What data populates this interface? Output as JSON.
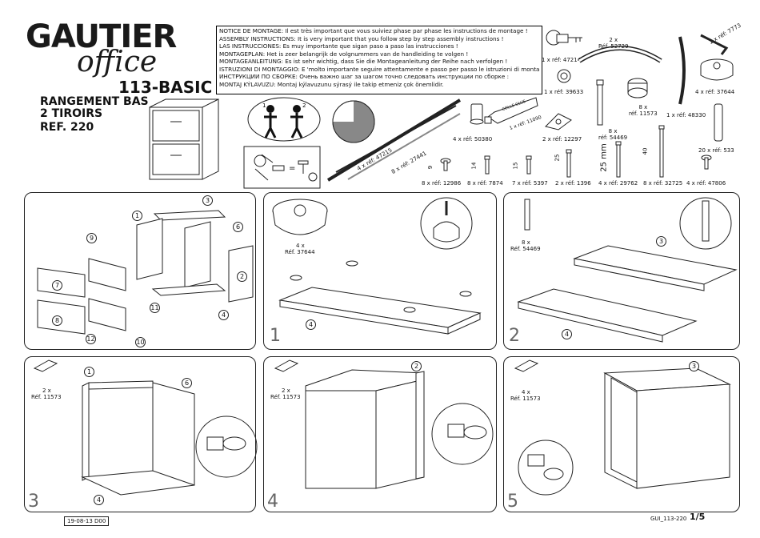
{
  "brand": {
    "name": "GAUTIER",
    "sub": "office"
  },
  "product": {
    "model": "113-BASIC",
    "line1": "RANGEMENT BAS",
    "line2": "2 TIROIRS",
    "ref": "REF. 220"
  },
  "notices": [
    "NOTICE DE MONTAGE: Il est très important que vous suiviez phase par phase les instructions de montage !",
    "ASSEMBLY INSTRUCTIONS: It is very important that you follow step by step assembly instructions !",
    "LAS INSTRUCCIONES: Es muy importante que sigan paso a paso las instrucciones !",
    "MONTAGEPLAN: Het is zeer belangrijk de volgnummers van de handleiding te volgen !",
    "MONTAGEANLEITUNG: Es ist sehr wichtig, dass Sie die Montageanleitung der Reihe nach verfolgen !",
    "ISTRUZIONI DI MONTAGGIO: E 'molto importante seguire attentamente e passo per passo le istruzioni di montaggio!",
    "ИНСТРУКЦИИ ПО СБОРКЕ: Очень важно шаг за шагом точно следовать инструкции по сборке :",
    "MONTAJ KÝLAVUZU: Montaj kýlavuzunu sýrasý ile takip etmeniz çok önemlidir."
  ],
  "hardware": [
    {
      "id": "h47214",
      "label": "1 x réf: 47214"
    },
    {
      "id": "h52729",
      "label": "2 x\nRéf. 52729"
    },
    {
      "id": "h7773",
      "label": "1 x réf: 7773"
    },
    {
      "id": "h39633",
      "label": "1 x réf: 39633"
    },
    {
      "id": "h11573",
      "label": "8 x\nréf. 11573"
    },
    {
      "id": "h48330",
      "label": "1 x réf: 48330"
    },
    {
      "id": "h37644",
      "label": "4 x réf: 37644"
    },
    {
      "id": "h50380",
      "label": "4 x réf: 50380"
    },
    {
      "id": "h11090",
      "label": "1 x réf: 11090"
    },
    {
      "id": "h12297",
      "label": "2 x réf: 12297"
    },
    {
      "id": "h54469",
      "label": "8 x\nréf: 54469"
    },
    {
      "id": "h533",
      "label": "20 x réf: 533"
    },
    {
      "id": "h47215",
      "label": "4 x réf: 47215"
    },
    {
      "id": "h27441",
      "label": "8 x réf: 27441"
    }
  ],
  "screws": [
    {
      "label": "8 x réf: 12986",
      "dim": "9"
    },
    {
      "label": "8 x réf: 7874",
      "dim": "14"
    },
    {
      "label": "7 x réf: 5397",
      "dim": "15"
    },
    {
      "label": "2 x réf: 1396",
      "dim": "25"
    },
    {
      "label": "4 x réf: 29762",
      "dim": "25 mm"
    },
    {
      "label": "8 x réf: 32725",
      "dim": "40"
    },
    {
      "label": "4 x réf: 47806",
      "dim": ""
    }
  ],
  "glue_label": "COLLE GLUE",
  "parts_overview": [
    "1",
    "2",
    "3",
    "4",
    "6",
    "7",
    "8",
    "9",
    "10",
    "11",
    "12"
  ],
  "steps": {
    "s1": {
      "num": "1",
      "qty": "4 x",
      "ref": "Réf. 37644",
      "parts": [
        "4"
      ]
    },
    "s2": {
      "num": "2",
      "qty": "8 x",
      "ref": "Réf. 54469",
      "parts": [
        "3",
        "4"
      ]
    },
    "s3": {
      "num": "3",
      "qty": "2 x",
      "ref": "Réf. 11573",
      "parts": [
        "1",
        "6",
        "4"
      ]
    },
    "s4": {
      "num": "4",
      "qty": "2 x",
      "ref": "Réf. 11573",
      "parts": [
        "2"
      ]
    },
    "s5": {
      "num": "5",
      "qty": "4 x",
      "ref": "Réf. 11573",
      "parts": [
        "3"
      ]
    }
  },
  "footer": {
    "date": "19-08-13 D00",
    "code": "GUI_113-220",
    "page": "1/5"
  }
}
